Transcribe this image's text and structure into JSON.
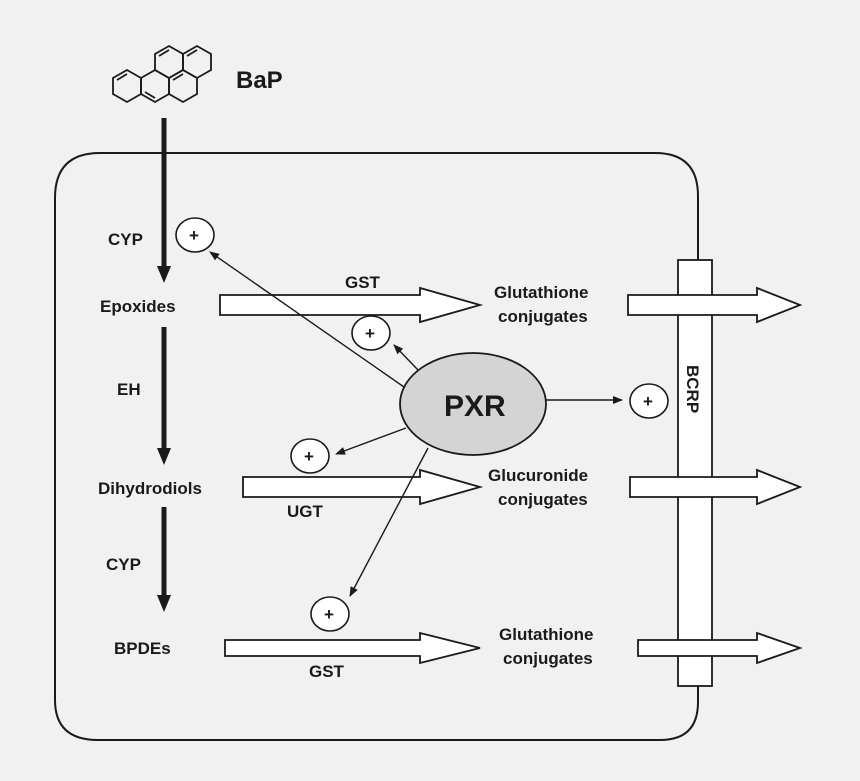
{
  "title": "BaP",
  "colors": {
    "background": "#f1f1f1",
    "line": "#1a1a1a",
    "pxr_fill": "#d4d4d4",
    "arrow_fill": "#ffffff"
  },
  "pathway": {
    "step1_enzyme": "CYP",
    "step1_product": "Epoxides",
    "step2_enzyme": "EH",
    "step2_product": "Dihydrodiols",
    "step3_enzyme": "CYP",
    "step3_product": "BPDEs"
  },
  "conjugation": {
    "epoxides_enzyme": "GST",
    "epoxides_product": "Glutathione conjugates",
    "epoxides_product_line1": "Glutathione",
    "epoxides_product_line2": "conjugates",
    "dihydrodiols_enzyme": "UGT",
    "dihydrodiols_product_line1": "Glucuronide",
    "dihydrodiols_product_line2": "conjugates",
    "bpdes_enzyme": "GST",
    "bpdes_product_line1": "Glutathione",
    "bpdes_product_line2": "conjugates"
  },
  "regulator": {
    "label": "PXR",
    "induction_symbol": "+"
  },
  "transporter": {
    "label": "BCRP"
  }
}
